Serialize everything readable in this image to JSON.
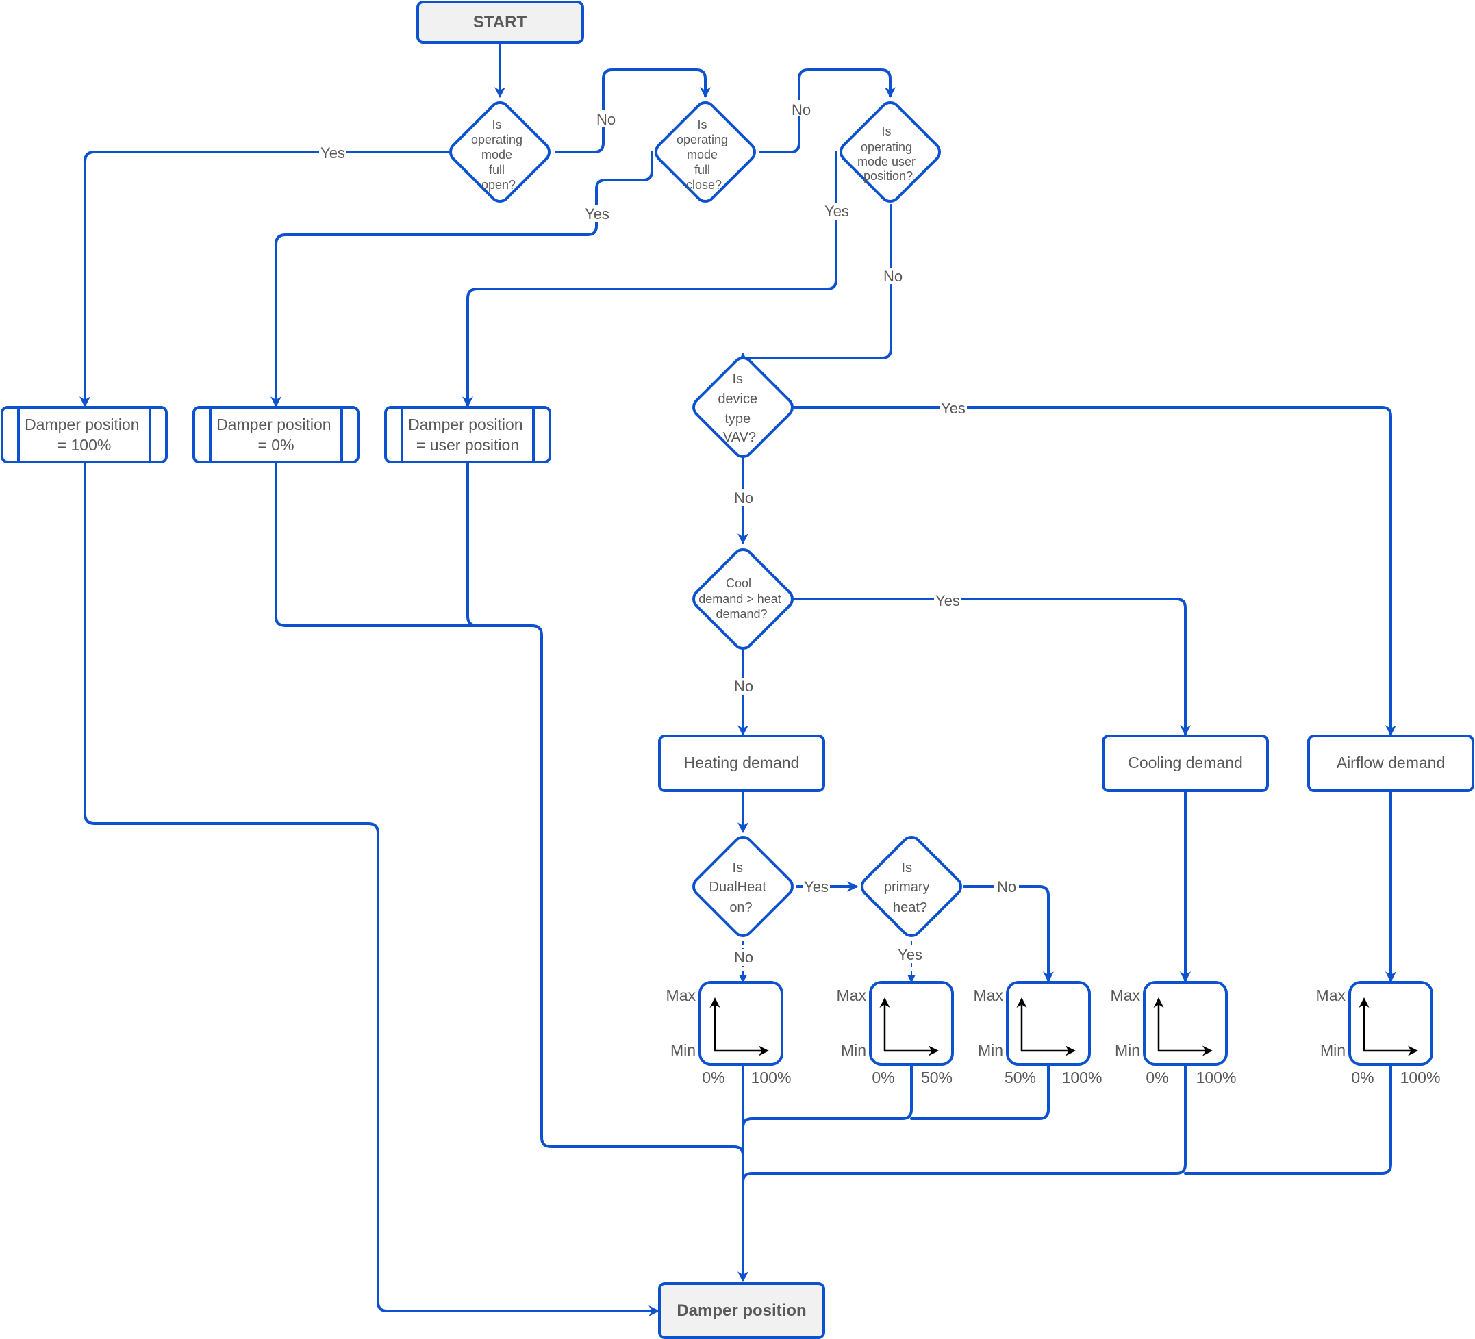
{
  "colors": {
    "stroke": "#0c52cf",
    "text": "#595959",
    "terminal_fill": "#f1f1f1"
  },
  "nodes": {
    "start": "START",
    "q_full_open": [
      "Is",
      "operating",
      "mode",
      "full",
      "open?"
    ],
    "q_full_close": [
      "Is",
      "operating",
      "mode",
      "full",
      "close?"
    ],
    "q_user_position": [
      "Is",
      "operating",
      "mode user",
      "position?"
    ],
    "q_device_vav": [
      "Is",
      "device",
      "type",
      "VAV?"
    ],
    "q_cool_gt_heat": [
      "Cool",
      "demand > heat",
      "demand?"
    ],
    "q_dualheat": [
      "Is",
      "DualHeat",
      "on?"
    ],
    "q_primary_heat": [
      "Is",
      "primary",
      "heat?"
    ],
    "damper_100": [
      "Damper position",
      "= 100%"
    ],
    "damper_0": [
      "Damper position",
      "= 0%"
    ],
    "damper_user": [
      "Damper position",
      "= user position"
    ],
    "heating_demand": "Heating demand",
    "cooling_demand": "Cooling demand",
    "airflow_demand": "Airflow demand",
    "end": "Damper position"
  },
  "edge_labels": {
    "yes": "Yes",
    "no": "No"
  },
  "charts": {
    "max": "Max",
    "min": "Min",
    "heat_single": {
      "x_start": "0%",
      "x_end": "100%"
    },
    "heat_primary": {
      "x_start": "0%",
      "x_end": "50%"
    },
    "heat_secondary": {
      "x_start": "50%",
      "x_end": "100%"
    },
    "cooling": {
      "x_start": "0%",
      "x_end": "100%"
    },
    "airflow": {
      "x_start": "0%",
      "x_end": "100%"
    }
  }
}
